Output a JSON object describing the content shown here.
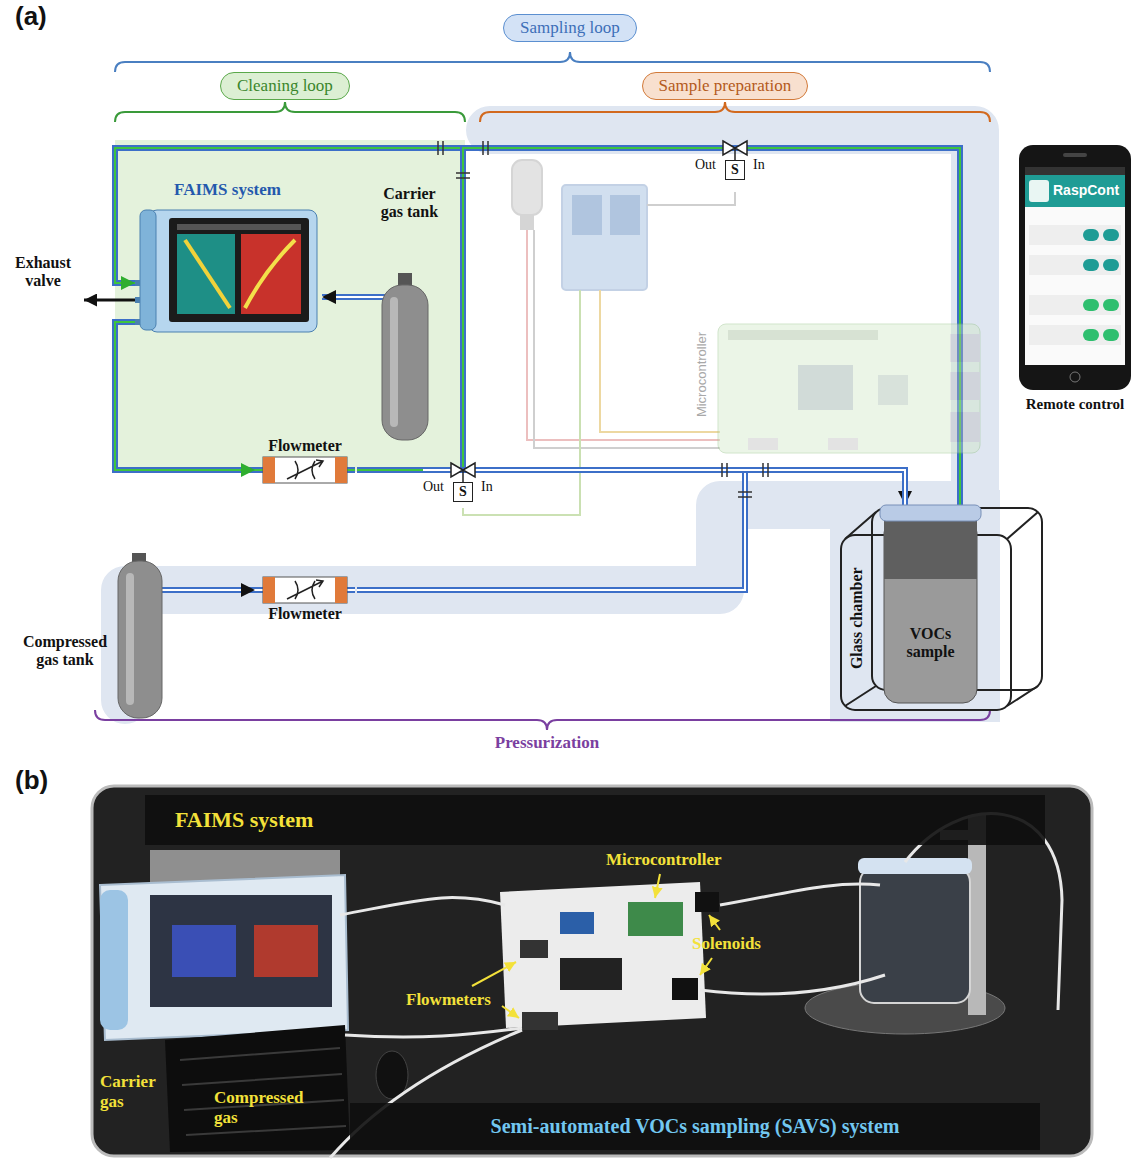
{
  "diagram": {
    "nodes": [
      {
        "text": [
          "Sampling loop"
        ]
      },
      {
        "text": [
          "Cleaning loop"
        ]
      },
      {
        "text": [
          "Sample preparation"
        ]
      },
      {
        "text": [
          "Out",
          "S",
          "In"
        ]
      },
      {
        "text": [
          "FAIMS system"
        ]
      },
      {
        "text": [
          "Carrier gas tank"
        ]
      },
      {
        "text": [
          "RaspCont",
          "Remote control"
        ]
      },
      {
        "text": [
          "Microcontroller"
        ]
      },
      {
        "text": [
          "Flowmeter"
        ]
      },
      {
        "text": [
          "Out",
          "S",
          "In"
        ]
      },
      {
        "text": [
          "Glass chamber"
        ]
      },
      {
        "text": [
          "VOCs sample"
        ],
        "in": 10
      },
      {
        "text": [
          "Flowmeter"
        ]
      },
      {
        "text": [
          "Compressed gas tank"
        ]
      },
      {
        "text": [
          "FAIMS system"
        ]
      },
      {
        "text": [
          "Semi-automated VOCs sampling (SAVS) system"
        ]
      }
    ],
    "edges": [
      {
        "from": 5,
        "to": 4,
        "arrow": "to"
      },
      {
        "from": 4,
        "to": 8,
        "arrow": "to"
      },
      {
        "from": 8,
        "to": 9,
        "arrow": "none"
      },
      {
        "from": 9,
        "to": 4,
        "arrow": "to"
      },
      {
        "from": 9,
        "to": 3,
        "arrow": "none"
      },
      {
        "from": 3,
        "to": 11,
        "arrow": "none"
      },
      {
        "from": 13,
        "to": 12,
        "arrow": "to"
      },
      {
        "from": 12,
        "to": 11,
        "arrow": "to"
      },
      {
        "from": 9,
        "to": 11,
        "arrow": "none"
      }
    ],
    "labels": [
      "(a)",
      "Exhaust valve",
      "Pressurization",
      "(b)",
      "Microcontroller",
      "Solenoids",
      "Flowmeters",
      "Carrier gas",
      "Compressed gas"
    ]
  }
}
